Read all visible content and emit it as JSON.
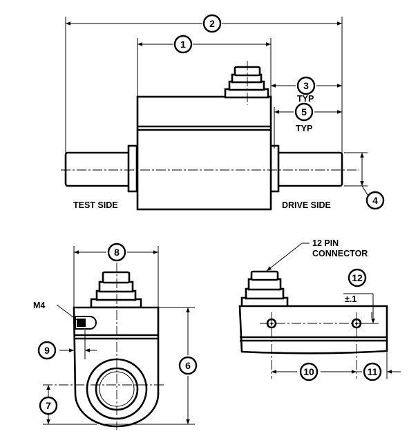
{
  "labels": {
    "test_side": "TEST SIDE",
    "drive_side": "DRIVE SIDE",
    "connector": [
      "12 PIN",
      "CONNECTOR"
    ],
    "typ": "TYP",
    "m4": "M4",
    "tolerance": "±.1"
  },
  "dimensions": [
    "1",
    "2",
    "3",
    "4",
    "5",
    "6",
    "7",
    "8",
    "9",
    "10",
    "11",
    "12"
  ]
}
